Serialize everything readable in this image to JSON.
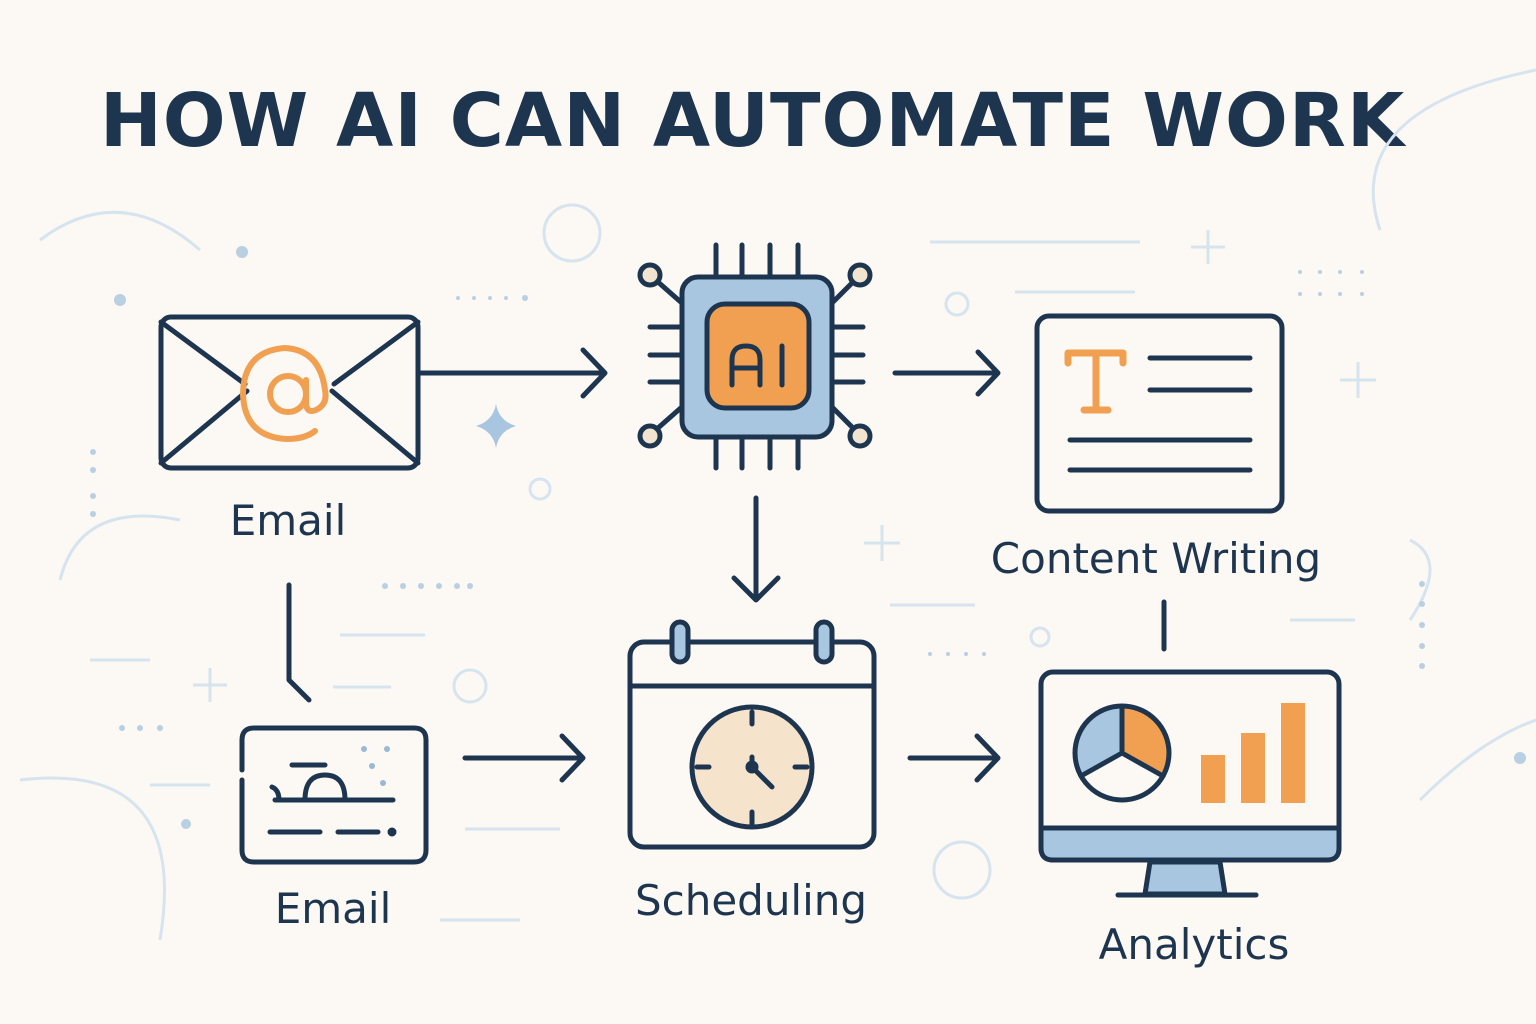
{
  "title": "HOW AI CAN AUTOMATE WORK",
  "nodes": {
    "email_top": {
      "label": "Email",
      "icon": "envelope-at-icon"
    },
    "ai": {
      "label": "AI",
      "icon": "ai-chip-icon"
    },
    "content": {
      "label": "Content Writing",
      "icon": "document-text-icon"
    },
    "email_bottom": {
      "label": "Email",
      "icon": "message-card-icon"
    },
    "scheduling": {
      "label": "Scheduling",
      "icon": "calendar-clock-icon"
    },
    "analytics": {
      "label": "Analytics",
      "icon": "monitor-chart-icon"
    }
  },
  "colors": {
    "navy": "#1e3550",
    "orange": "#f0a050",
    "blue": "#a8c6e0",
    "background": "#fcf8f3"
  }
}
